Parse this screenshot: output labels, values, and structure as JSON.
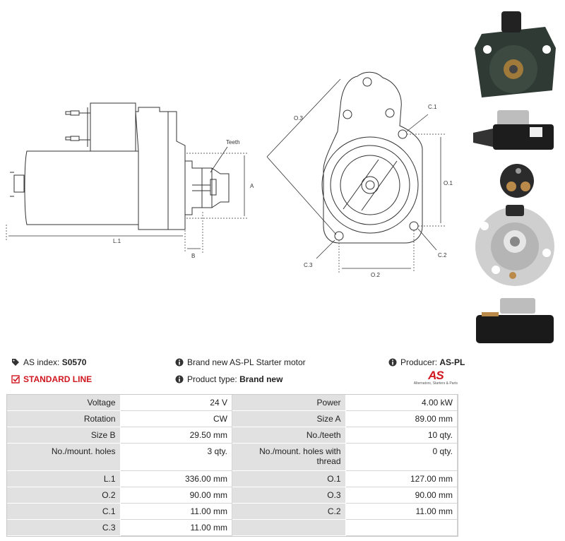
{
  "drawing_labels": {
    "teeth": "Teeth",
    "a": "A",
    "b": "B",
    "l1": "L.1",
    "o3": "O.3",
    "c1": "C.1",
    "o1": "O.1",
    "c2": "C.2",
    "c3": "C.3",
    "o2": "O.2"
  },
  "info": {
    "as_index_label": "AS index:",
    "as_index_value": "S0570",
    "standard_line": "STANDARD LINE",
    "description": "Brand new AS-PL Starter motor",
    "product_type_label": "Product type:",
    "product_type_value": "Brand new",
    "producer_label": "Producer:",
    "producer_value": "AS-PL",
    "logo_mark": "AS",
    "logo_tagline": "Alternators, Starters & Parts"
  },
  "specs": [
    {
      "l1": "Voltage",
      "v1": "24 V",
      "l2": "Power",
      "v2": "4.00 kW"
    },
    {
      "l1": "Rotation",
      "v1": "CW",
      "l2": "Size A",
      "v2": "89.00 mm"
    },
    {
      "l1": "Size B",
      "v1": "29.50 mm",
      "l2": "No./teeth",
      "v2": "10 qty."
    },
    {
      "l1": "No./mount. holes",
      "v1": "3 qty.",
      "l2": "No./mount. holes with thread",
      "v2": "0 qty."
    },
    {
      "l1": "L.1",
      "v1": "336.00 mm",
      "l2": "O.1",
      "v2": "127.00 mm"
    },
    {
      "l1": "O.2",
      "v1": "90.00 mm",
      "l2": "O.3",
      "v2": "90.00 mm"
    },
    {
      "l1": "C.1",
      "v1": "11.00 mm",
      "l2": "C.2",
      "v2": "11.00 mm"
    },
    {
      "l1": "C.3",
      "v1": "11.00 mm",
      "l2": "",
      "v2": ""
    }
  ]
}
